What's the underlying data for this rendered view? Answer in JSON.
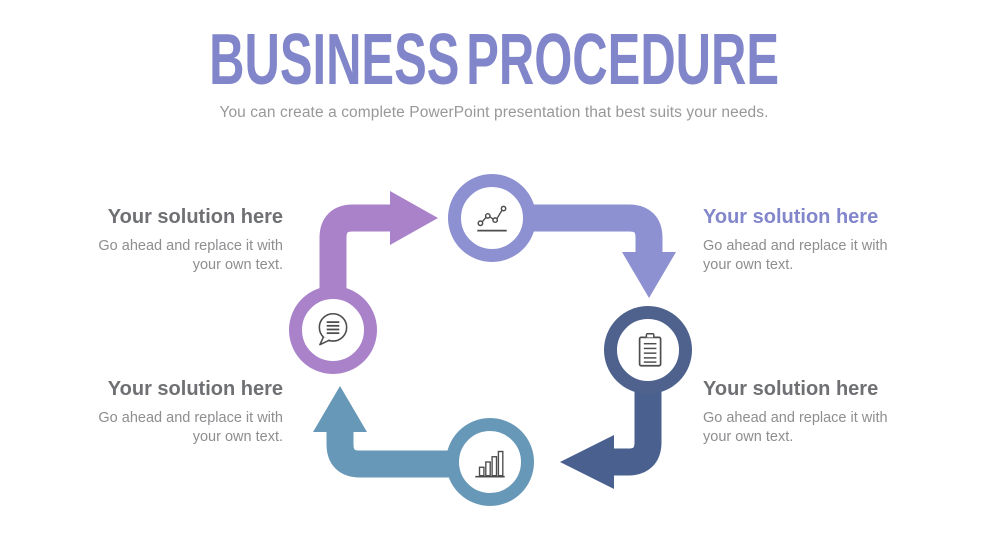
{
  "slide": {
    "title": "BUSINESS PROCEDURE",
    "subtitle": "You can create a complete PowerPoint presentation that best suits your needs."
  },
  "colors": {
    "title_purple": "#8185C9",
    "step_top_purple": "#8D90D1",
    "step_right_slate": "#4E628D",
    "step_bottom_steel": "#6898B8",
    "step_left_orchid": "#A982CA",
    "heading_gray": "#6F7073",
    "heading_accent_purple": "#8286CB",
    "body_gray": "#8D8E90",
    "background": "#FFFFFF"
  },
  "steps": [
    {
      "position": "top",
      "icon": "line-chart-icon",
      "color": "#8D90D1"
    },
    {
      "position": "right",
      "icon": "clipboard-icon",
      "color": "#4E628D"
    },
    {
      "position": "bottom",
      "icon": "bar-chart-icon",
      "color": "#6898B8"
    },
    {
      "position": "left",
      "icon": "speech-bubble-icon",
      "color": "#A982CA"
    }
  ],
  "solutions": [
    {
      "position": "top-left",
      "heading": "Your solution here",
      "body": "Go ahead and replace it with your own text.",
      "accent": false
    },
    {
      "position": "top-right",
      "heading": "Your solution here",
      "body": "Go ahead and replace it with your own text.",
      "accent": true
    },
    {
      "position": "bottom-left",
      "heading": "Your solution here",
      "body": "Go ahead and replace it with your own text.",
      "accent": false
    },
    {
      "position": "bottom-right",
      "heading": "Your solution here",
      "body": "Go ahead and replace it with your own text.",
      "accent": false
    }
  ]
}
